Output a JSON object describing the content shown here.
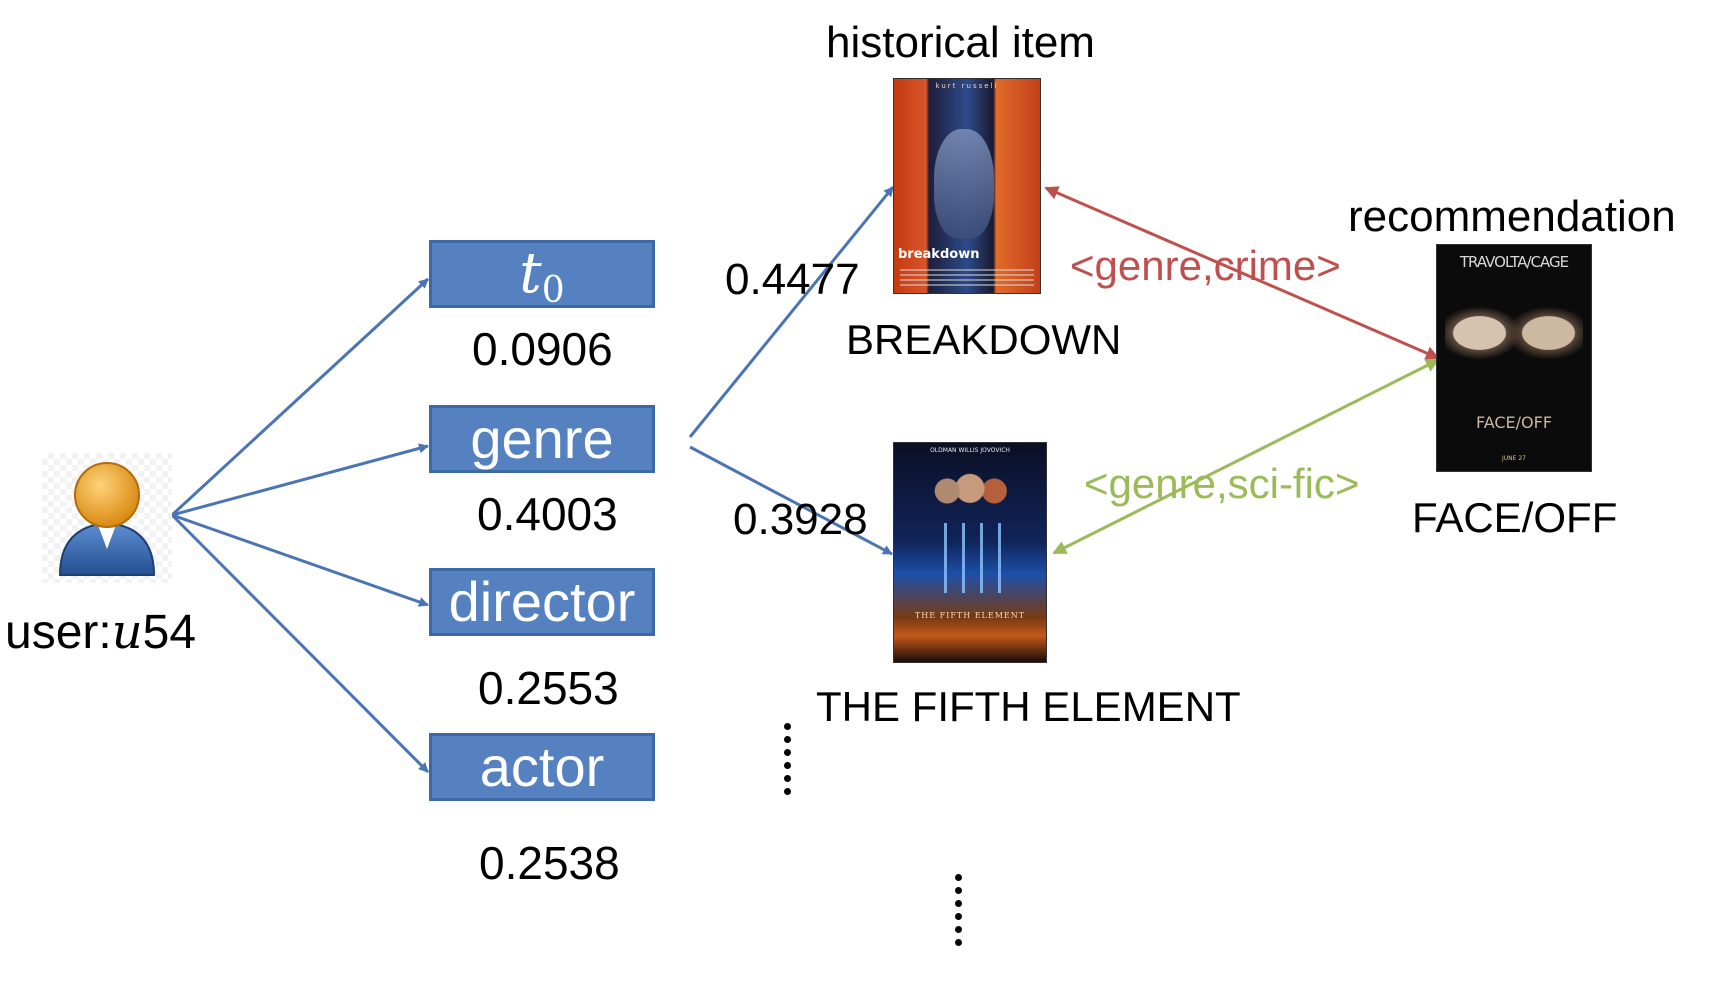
{
  "user": {
    "label_prefix": "user:",
    "label_var": "u",
    "label_num": "54"
  },
  "relations": [
    {
      "id": "t0",
      "label_var": "t",
      "label_sub": "0",
      "weight": "0.0906"
    },
    {
      "id": "genre",
      "label": "genre",
      "weight": "0.4003"
    },
    {
      "id": "director",
      "label": "director",
      "weight": "0.2553"
    },
    {
      "id": "actor",
      "label": "actor",
      "weight": "0.2538"
    }
  ],
  "history": {
    "title": "historical item",
    "items": [
      {
        "name": "BREAKDOWN",
        "weight": "0.4477",
        "poster_text": "breakdown",
        "poster_top": "kurt russell"
      },
      {
        "name": "THE FIFTH ELEMENT",
        "weight": "0.3928",
        "poster_text": "THE FIFTH ELEMENT",
        "poster_top": "OLDMAN   WILLIS   JOVOVICH"
      }
    ]
  },
  "recommendation": {
    "title": "recommendation",
    "name": "FACE/OFF",
    "poster_top": "TRAVOLTA/CAGE",
    "poster_text": "FACE/OFF",
    "poster_date": "JUNE 27"
  },
  "links": [
    {
      "label": "<genre,crime>",
      "color": "#c0504d"
    },
    {
      "label": "<genre,sci-fic>",
      "color": "#9bbb59"
    }
  ],
  "colors": {
    "arrow": "#4a74b4",
    "box": "#5581c1"
  }
}
